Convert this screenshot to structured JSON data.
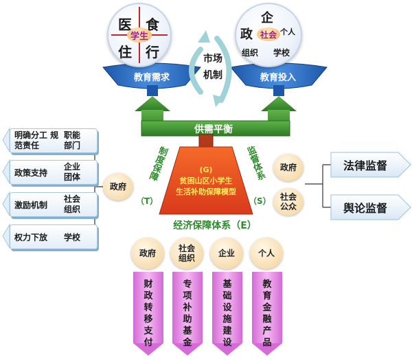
{
  "left_circle": {
    "quadrants": [
      "医",
      "食",
      "住",
      "行"
    ],
    "center": "学生",
    "funnel_label": "教育需求"
  },
  "right_circle": {
    "top": "企",
    "left": "政",
    "center": "社会",
    "right": "个人",
    "bottom_left": "组织",
    "bottom_right": "学校",
    "funnel_label": "教育投入"
  },
  "market": {
    "line1": "市场",
    "line2": "机制"
  },
  "balance_label": "供需平衡",
  "pyramid": {
    "g": "(G)",
    "line1": "贫困山区小学生",
    "line2": "生活补助保障模型"
  },
  "arc_labels": {
    "left": "制度保障",
    "left_tag": "（T）",
    "right": "监督体系",
    "right_tag": "（S）",
    "bottom": "经济保障体系（E）"
  },
  "left_circle_label": "政府",
  "left_boxes": [
    {
      "main": "明确分工 规范责任",
      "side": "职能 部门"
    },
    {
      "main": "政策支持",
      "side": "企业 团体"
    },
    {
      "main": "激励机制",
      "side": "社会 组织"
    },
    {
      "main": "权力下放",
      "side": "学校"
    }
  ],
  "right_circles": [
    {
      "label": "政府"
    },
    {
      "label": "社会 公众"
    }
  ],
  "right_boxes": [
    "法律监督",
    "舆论监督"
  ],
  "bottom_items": [
    {
      "label": "政府",
      "bar": "财政转移支付"
    },
    {
      "label": "社会 组织",
      "bar": "专项补助基金"
    },
    {
      "label": "企业",
      "bar": "基础设施建设"
    },
    {
      "label": "个人",
      "bar": "教育金融产品"
    }
  ]
}
